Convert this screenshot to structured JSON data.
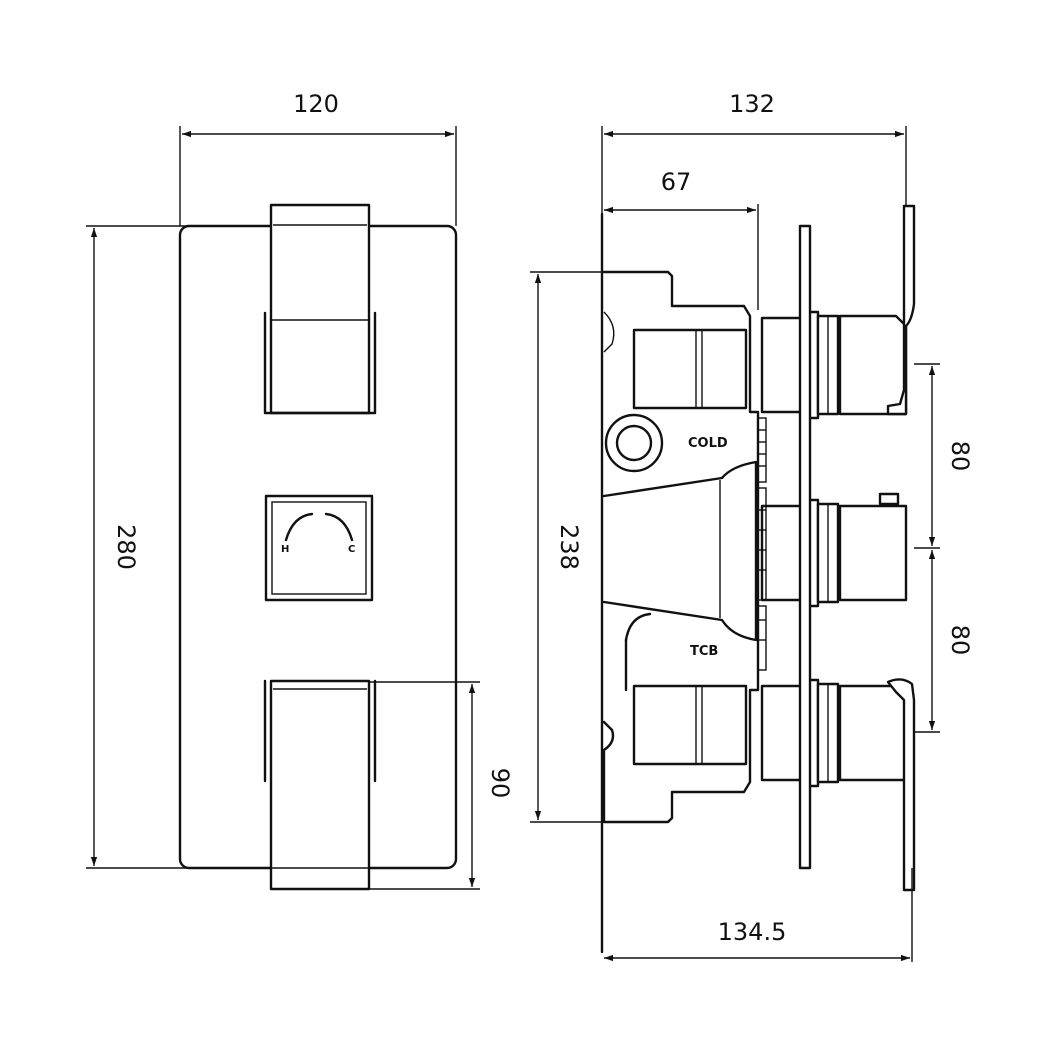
{
  "dimensions": {
    "front_width": "120",
    "front_height": "280",
    "handle_height": "90",
    "side_total_width": "132",
    "side_body_depth": "67",
    "side_body_height": "238",
    "spacing_top": "80",
    "spacing_bottom": "80",
    "side_overall_depth": "134.5"
  },
  "labels": {
    "cold": "COLD",
    "tcb": "TCB",
    "hot_mark": "H",
    "cold_mark": "C"
  },
  "colors": {
    "line": "#111111",
    "background": "#ffffff"
  }
}
